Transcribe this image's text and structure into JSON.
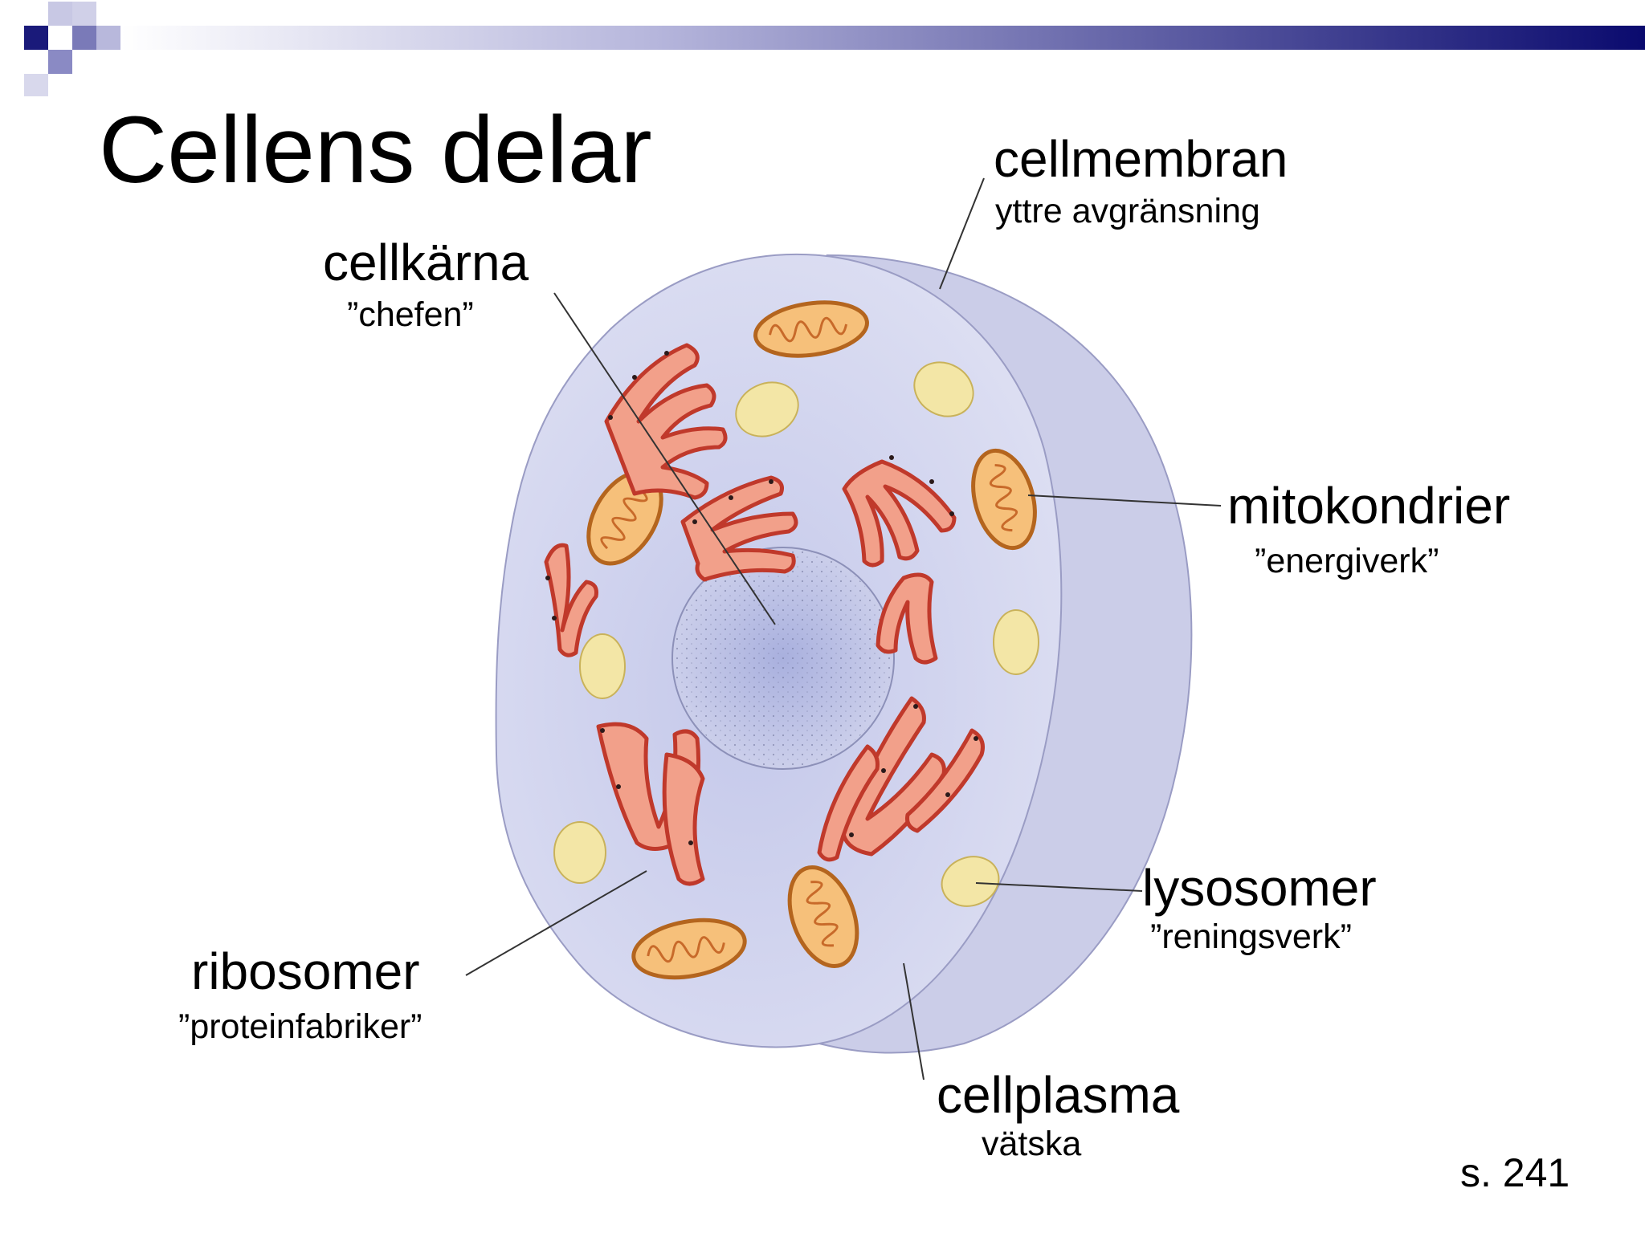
{
  "slide": {
    "title": "Cellens delar",
    "page_number": "s. 241"
  },
  "labels": {
    "cellmembran": {
      "name": "cellmembran",
      "description": "yttre avgränsning"
    },
    "cellkarna": {
      "name": "cellkärna",
      "description": "”chefen”"
    },
    "mitokondrier": {
      "name": "mitokondrier",
      "description": "”energiverk”"
    },
    "lysosomer": {
      "name": "lysosomer",
      "description": "”reningsverk”"
    },
    "ribosomer": {
      "name": "ribosomer",
      "description": "”proteinfabriker”"
    },
    "cellplasma": {
      "name": "cellplasma",
      "description": "vätska"
    }
  },
  "colors": {
    "header_dark": "#0a0a6e",
    "header_light": "#ffffff",
    "square_dark": "#1a1a7a",
    "square_mid": "#7a7ab8",
    "square_light": "#b8b8dc",
    "cell_fill": "#d6d8f0",
    "cell_side": "#c9cbe6",
    "nucleus_fill": "#b8bde0",
    "er_fill": "#f2a08a",
    "er_stroke": "#c0392b",
    "mito_fill": "#f6c07a",
    "mito_stroke": "#b4651e",
    "lysosome_fill": "#f3e6a6",
    "lysosome_stroke": "#c9b25a",
    "leader_line": "#333333"
  }
}
